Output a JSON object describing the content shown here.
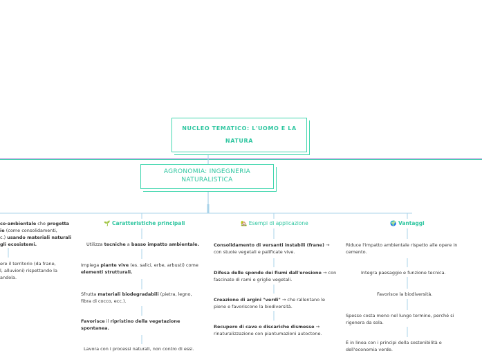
{
  "root": {
    "title": "NUCLEO TEMATICO: L'UOMO E LA NATURA"
  },
  "sub": {
    "title": "AGRONOMIA: INGEGNERIA NATURALISTICA"
  },
  "left": {
    "p1": [
      {
        "t": "co-ambientale",
        "b": true
      },
      {
        "t": " che ",
        "b": false
      },
      {
        "t": "progetta",
        "b": true
      },
      {
        "t": "\nie",
        "b": true
      },
      {
        "t": " (come consolidamenti,",
        "b": false
      },
      {
        "t": "\nc.) ",
        "b": false
      },
      {
        "t": "usando materiali naturali",
        "b": true
      },
      {
        "t": "\ngli ecosistemi.",
        "b": true
      }
    ],
    "p2": "ere il territorio (da frane,\nl, alluvioni) rispettando la\nandola."
  },
  "branches": {
    "caratteristiche": {
      "icon": "🌱",
      "label": "Caratteristiche principali",
      "items": [
        [
          {
            "t": "Utilizza ",
            "b": false
          },
          {
            "t": "tecniche",
            "b": true
          },
          {
            "t": " a ",
            "b": false
          },
          {
            "t": "basso impatto ambientale.",
            "b": true
          }
        ],
        [
          {
            "t": "Impiega ",
            "b": false
          },
          {
            "t": "piante vive",
            "b": true
          },
          {
            "t": " (es. salici, erbe, arbusti) come\n",
            "b": false
          },
          {
            "t": "elementi strutturali.",
            "b": true
          }
        ],
        [
          {
            "t": "Sfrutta ",
            "b": false
          },
          {
            "t": "materiali biodegradabili",
            "b": true
          },
          {
            "t": " (pietra, legno,\nfibra di cocco, ecc.).",
            "b": false
          }
        ],
        [
          {
            "t": "Favorisce",
            "b": true
          },
          {
            "t": " il ",
            "b": false
          },
          {
            "t": "ripristino della vegetazione\nspontanea.",
            "b": true
          }
        ],
        [
          {
            "t": "Lavora con i processi naturali, non contro di essi.",
            "b": false
          }
        ]
      ]
    },
    "esempi": {
      "icon": "🏡",
      "label": "Esempi di applicazione",
      "items": [
        [
          {
            "t": "Consolidamento di versanti instabili (frane)",
            "b": true
          },
          {
            "t": " →\ncon stuoie vegetali e palificate vive.",
            "b": false
          }
        ],
        [
          {
            "t": "Difesa delle sponde dei fiumi dall'erosione",
            "b": true
          },
          {
            "t": " → con\nfascinate di rami e griglie vegetali.",
            "b": false
          }
        ],
        [
          {
            "t": "Creazione di argini \"verdi\"",
            "b": true
          },
          {
            "t": " → che rallentano le\npiene e favoriscono la biodiversità.",
            "b": false
          }
        ],
        [
          {
            "t": "Recupero di cave o discariche dismesse",
            "b": true
          },
          {
            "t": " →\nrinaturalizzazione con piantumazioni autoctone.",
            "b": false
          }
        ]
      ]
    },
    "vantaggi": {
      "icon": "🌍",
      "label": "Vantaggi",
      "items": [
        "Riduce l'impatto ambientale rispetto alle opere in\ncemento.",
        "Integra paesaggio e funzione tecnica.",
        "Favorisce la biodiversità.",
        "Spesso costa meno nel lungo termine, perché si\nrigenera da sola.",
        "È in linea con i principi della sostenibilità e\ndell'economia verde."
      ]
    }
  },
  "colors": {
    "accent": "#2fc6a0",
    "line": "#a9d3ea",
    "purple": "#9b6fd0"
  }
}
